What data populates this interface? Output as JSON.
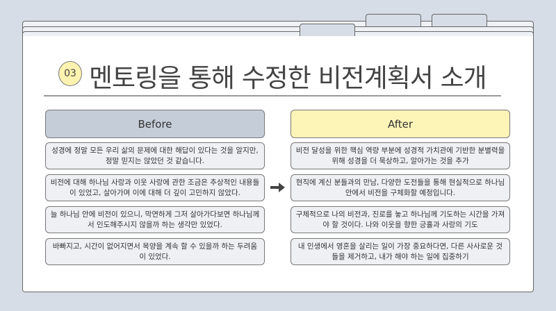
{
  "section_number": "03",
  "title": "멘토링을 통해 수정한 비전계획서 소개",
  "before": {
    "label": "Before",
    "items": [
      "성경에 정말 모든 우리 삶의 문제에 대한 해답이 있다는 것을 알지만, 정말 믿지는 않았던 것 같습니다.",
      "비전에 대해 하나님 사랑과 이웃 사랑에 관한 조금은 추상적인 내용들이 있었고, 살아가며 이에 대해 더 깊이 고민하지 않았다.",
      "늘 하나님 안에 비전이 있으니, 막연하게 그저 살아가다보면 하나님께서 인도해주시지 않을까 하는 생각만 있었다.",
      "바빠지고, 시간이 없어지면서 목양을 계속 할 수 있을까 하는 두려움이 있었다."
    ]
  },
  "after": {
    "label": "After",
    "items": [
      "비전 달성을 위한 핵심 역량 부분에 성경적 가치관에 기반한 분별력을 위해 성경을 더 묵상하고, 알아가는 것을 추가",
      "현직에 계신 분들과의 만남, 다양한 도전들을 통해 현실적으로 하나님 안에서 비전을 구체화할 예정입니다.",
      "구체적으로 나의 비전과, 진로를 놓고 하나님께 기도하는 시간을 가져야 할 것이다. 나와 이웃을 향한 긍휼과 사랑의 기도",
      "내 인생에서 영혼을 살리는 일이 가장 중요하다면, 다른 사사로운 것들을 제거하고, 내가 해야 하는 일에 집중하기"
    ]
  },
  "colors": {
    "background": "#d6dde6",
    "before_header": "#c5cdd9",
    "after_header": "#fdf4b8",
    "box": "#eef0f3"
  }
}
